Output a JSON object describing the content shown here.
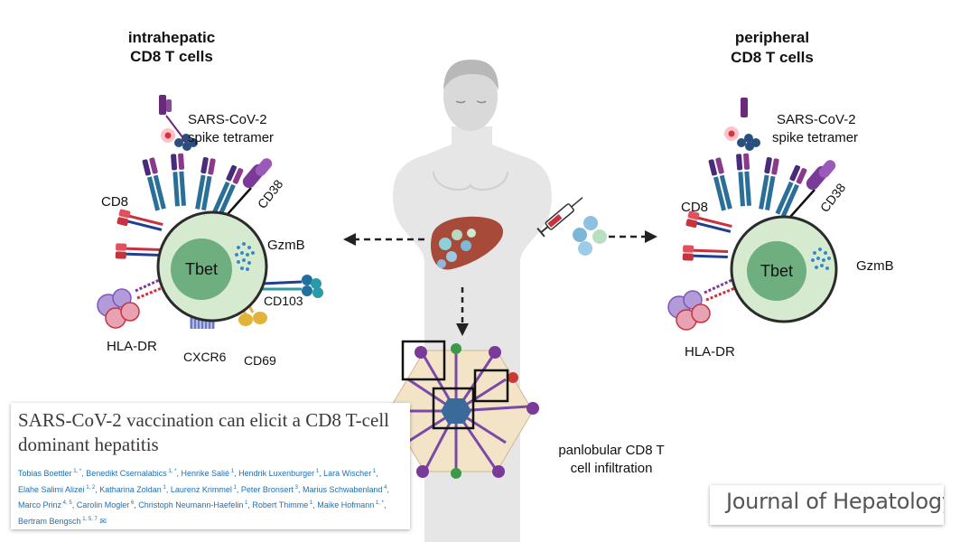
{
  "left_panel": {
    "title_line1": "intrahepatic",
    "title_line2": "CD8 T cells",
    "spike_line1": "SARS-CoV-2",
    "spike_line2": "spike tetramer",
    "cd8": "CD8",
    "cd38": "CD38",
    "tbet": "Tbet",
    "gzmb": "GzmB",
    "cd103": "CD103",
    "hla_dr": "HLA-DR",
    "cxcr6": "CXCR6",
    "cd69": "CD69"
  },
  "right_panel": {
    "title_line1": "peripheral",
    "title_line2": "CD8 T cells",
    "spike_line1": "SARS-CoV-2",
    "spike_line2": "spike tetramer",
    "cd8": "CD8",
    "cd38": "CD38",
    "tbet": "Tbet",
    "gzmb": "GzmB",
    "hla_dr": "HLA-DR"
  },
  "center": {
    "infiltration_line1": "panlobular CD8 T",
    "infiltration_line2": "cell infiltration"
  },
  "paper": {
    "title": "SARS-CoV-2 vaccination can elicit a CD8 T-cell dominant hepatitis",
    "authors": [
      {
        "name": "Tobias Boettler",
        "sup": "1, *"
      },
      {
        "name": "Benedikt Csernalabics",
        "sup": "1, *"
      },
      {
        "name": "Henrike Salié",
        "sup": "1"
      },
      {
        "name": "Hendrik Luxenburger",
        "sup": "1"
      },
      {
        "name": "Lara Wischer",
        "sup": "1"
      },
      {
        "name": "Elahe Salimi Alizei",
        "sup": "1, 2"
      },
      {
        "name": "Katharina Zoldan",
        "sup": "1"
      },
      {
        "name": "Laurenz Krimmel",
        "sup": "1"
      },
      {
        "name": "Peter Bronsert",
        "sup": "3"
      },
      {
        "name": "Marius Schwabenland",
        "sup": "4"
      },
      {
        "name": "Marco Prinz",
        "sup": "4, 5"
      },
      {
        "name": "Carolin Mogler",
        "sup": "6"
      },
      {
        "name": "Christoph Neumann-Haefelin",
        "sup": "1"
      },
      {
        "name": "Robert Thimme",
        "sup": "1"
      },
      {
        "name": "Maike Hofmann",
        "sup": "1, *"
      },
      {
        "name": "Bertram Bengsch",
        "sup": "1, 5, 7"
      }
    ]
  },
  "journal": {
    "name": "Journal of Hepatology"
  },
  "colors": {
    "cell_outer": "#d6ead0",
    "cell_inner": "#6fae7f",
    "tcr_blue": "#2a6f97",
    "tetramer_purple": "#6a2a7a",
    "cd8_red": "#c8323c",
    "hla_purple": "#b39ad8",
    "hla_pink": "#e7a3b4",
    "cd69_yellow": "#e2b23a",
    "arrow": "#222222"
  },
  "icons": [
    "human-body-icon",
    "liver-icon",
    "syringe-icon",
    "liver-lobule-icon"
  ]
}
